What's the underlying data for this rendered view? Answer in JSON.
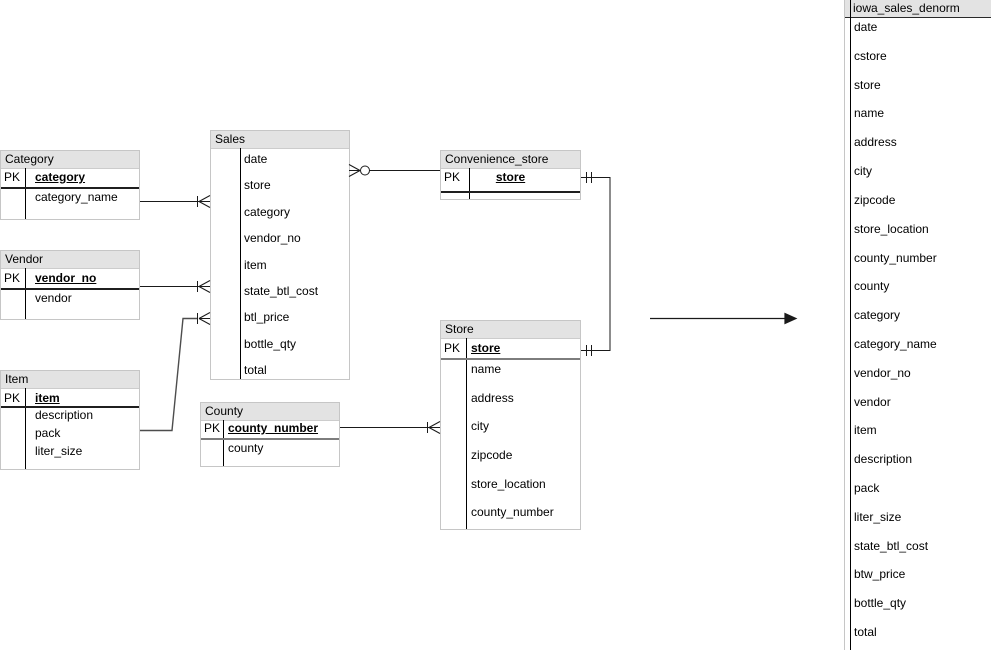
{
  "tables": {
    "category": {
      "title": "Category",
      "pk_label": "PK",
      "pk": "category",
      "fields": [
        "category_name"
      ]
    },
    "vendor": {
      "title": "Vendor",
      "pk_label": "PK",
      "pk": "vendor_no",
      "fields": [
        "vendor"
      ]
    },
    "item": {
      "title": "Item",
      "pk_label": "PK",
      "pk": "item",
      "fields": [
        "description",
        "pack",
        "liter_size"
      ]
    },
    "sales": {
      "title": "Sales",
      "fields": [
        "date",
        "store",
        "category",
        "vendor_no",
        "item",
        "state_btl_cost",
        "btl_price",
        "bottle_qty",
        "total"
      ]
    },
    "county": {
      "title": "County",
      "pk_label": "PK",
      "pk": "county_number",
      "fields": [
        "county"
      ]
    },
    "convenience_store": {
      "title": "Convenience_store",
      "pk_label": "PK",
      "pk": "store",
      "fields": []
    },
    "store": {
      "title": "Store",
      "pk_label": "PK",
      "pk": "store",
      "fields": [
        "name",
        "address",
        "city",
        "zipcode",
        "store_location",
        "county_number"
      ]
    }
  },
  "denorm": {
    "title": "iowa_sales_denorm",
    "fields": [
      "date",
      "cstore",
      "store",
      "name",
      "address",
      "city",
      "zipcode",
      "store_location",
      "county_number",
      "county",
      "category",
      "category_name",
      "vendor_no",
      "vendor",
      "item",
      "description",
      "pack",
      "liter_size",
      "state_btl_cost",
      "btw_price",
      "bottle_qty",
      "total"
    ]
  },
  "relationships": [
    {
      "from": "Category",
      "to": "Sales",
      "notation": "one-to-many"
    },
    {
      "from": "Vendor",
      "to": "Sales",
      "notation": "one-to-many"
    },
    {
      "from": "Item",
      "to": "Sales",
      "notation": "one-to-many"
    },
    {
      "from": "Sales",
      "to": "Convenience_store",
      "notation": "zero-or-many-to-one"
    },
    {
      "from": "Convenience_store",
      "to": "Store",
      "notation": "one-to-one"
    },
    {
      "from": "County",
      "to": "Store",
      "notation": "one-to-many"
    }
  ],
  "colors": {
    "header_bg": "#e3e3e3",
    "table_border": "#c6c6c6",
    "line": "#1a1a1a"
  }
}
